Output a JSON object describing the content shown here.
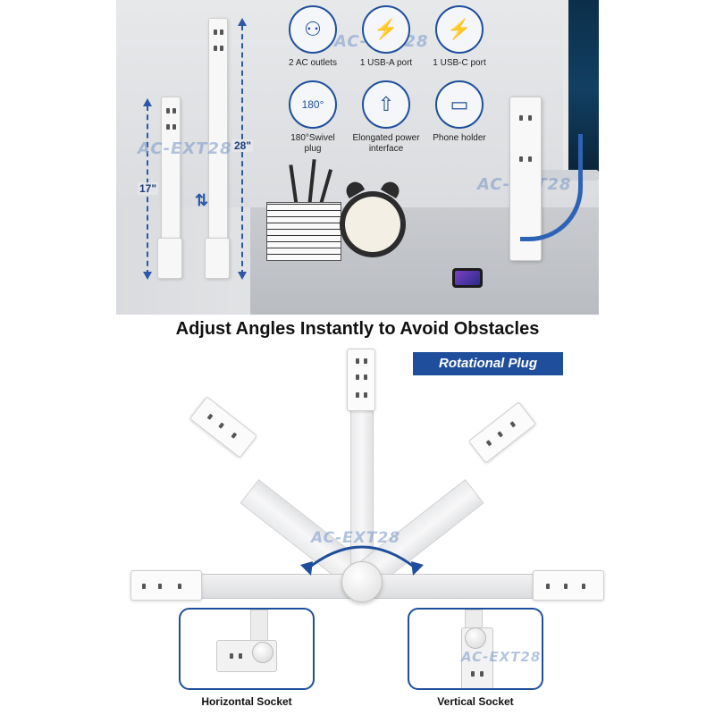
{
  "top": {
    "features": [
      {
        "label": "2 AC outlets",
        "icon": "ac-outlet-icon",
        "glyph": "⚇"
      },
      {
        "label": "1 USB-A port",
        "icon": "usb-a-icon",
        "glyph": "⚡"
      },
      {
        "label": "1 USB-C port",
        "icon": "usb-c-icon",
        "glyph": "⚡"
      },
      {
        "label": "180°Swivel plug",
        "icon": "swivel-icon",
        "glyph": "180°"
      },
      {
        "label": "Elongated power interface",
        "icon": "elongated-interface-icon",
        "glyph": "⇧"
      },
      {
        "label": "Phone holder",
        "icon": "phone-holder-icon",
        "glyph": "▭"
      }
    ],
    "dimensions": {
      "short": "17\"",
      "long": "28\""
    },
    "watermark": "AC-EXT28"
  },
  "bottom": {
    "headline": "Adjust Angles Instantly to Avoid Obstacles",
    "banner": "Rotational Plug",
    "watermark": "AC-EXT28",
    "sockets": {
      "horizontal": "Horizontal Socket",
      "vertical": "Vertical Socket"
    }
  },
  "colors": {
    "accent": "#1f4f9c",
    "cable": "#2d63b5"
  }
}
